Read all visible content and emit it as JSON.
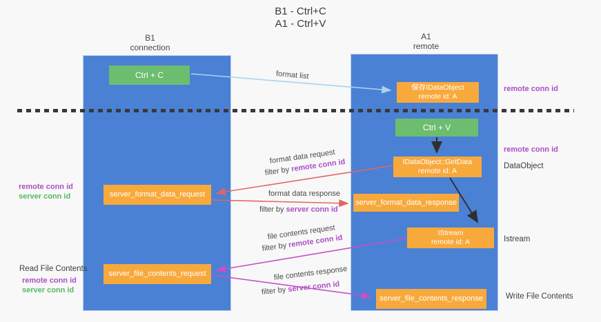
{
  "title": {
    "line1": "B1 - Ctrl+C",
    "line2": "A1 - Ctrl+V"
  },
  "columns": {
    "left": {
      "name": "B1",
      "role": "connection"
    },
    "right": {
      "name": "A1",
      "role": "remote"
    }
  },
  "nodes": {
    "ctrl_c": "Ctrl + C",
    "ctrl_v": "Ctrl + V",
    "save_idataobject": {
      "line1": "保存IDataObject",
      "line2": "remote id: A"
    },
    "getdata": {
      "line1": "IDataObject::GetData",
      "line2": "remote id: A"
    },
    "istream": {
      "line1": "IStream",
      "line2": "remote id: A"
    },
    "server_format_data_request": "server_format_data_request",
    "server_format_data_response": "server_format_data_response",
    "server_file_contents_request": "server_file_contents_request",
    "server_file_contents_response": "server_file_contents_response"
  },
  "labels": {
    "format_list": "format list",
    "format_data_request": "format data request",
    "format_data_response": "format data response",
    "file_contents_request": "file contents request",
    "file_contents_response": "file contents response",
    "filter_by": "filter by",
    "remote_conn_id": "remote conn id",
    "server_conn_id": "server conn id",
    "dataobject": "DataObject",
    "istream_side": "Istream",
    "read_file_contents": "Read File Contents",
    "write_file_contents": "Write File Contents"
  },
  "colors": {
    "lifeline_blue": "#4a81d4",
    "node_green": "#6cbd70",
    "node_orange": "#f8a93c",
    "arrow_lightblue": "#a6d4f0",
    "arrow_red": "#e06663",
    "arrow_magenta": "#c94ec9",
    "arrow_black": "#2f2f2f",
    "text_purple": "#ab4fc6",
    "text_green": "#58b763"
  }
}
